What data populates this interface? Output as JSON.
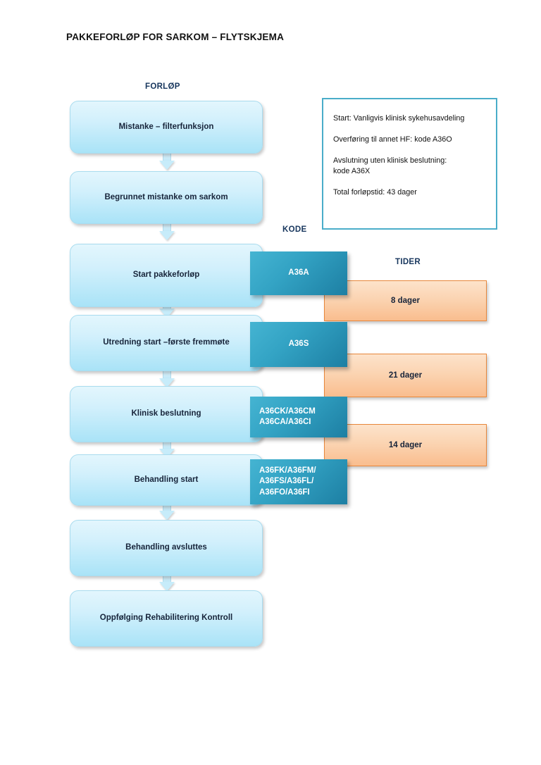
{
  "document": {
    "title": "PAKKEFORLØP FOR SARKOM – FLYTSKJEMA"
  },
  "columns": {
    "forlop_header": "FORLØP",
    "kode_header": "KODE",
    "tider_header": "TIDER"
  },
  "colors": {
    "flow_box_fill": "#c7ecfa",
    "flow_box_border": "#a9dcef",
    "code_box_fill": "#2f9fc2",
    "time_box_fill": "#fbd4b2",
    "time_box_border": "#e8873b",
    "info_box_border": "#4aadc9",
    "header_text": "#17365d"
  },
  "flow_steps": [
    {
      "label": "Mistanke – filterfunksjon"
    },
    {
      "label": "Begrunnet mistanke om sarkom"
    },
    {
      "label": "Start pakkeforløp"
    },
    {
      "label": "Utredning start –første fremmøte"
    },
    {
      "label": "Klinisk beslutning"
    },
    {
      "label": "Behandling start"
    },
    {
      "label": "Behandling avsluttes"
    },
    {
      "label": "Oppfølging\nRehabilitering\nKontroll"
    }
  ],
  "codes": [
    {
      "label": "A36A"
    },
    {
      "label": "A36S"
    },
    {
      "label": "A36CK/A36CM\nA36CA/A36CI"
    },
    {
      "label": "A36FK/A36FM/\nA36FS/A36FL/\nA36FO/A36FI"
    }
  ],
  "times": [
    {
      "label": "8 dager"
    },
    {
      "label": "21 dager"
    },
    {
      "label": "14 dager"
    }
  ],
  "info_box": {
    "lines": [
      "Start: Vanligvis klinisk sykehusavdeling",
      "Overføring til annet HF: kode A36O",
      "Avslutning uten klinisk beslutning:\nkode A36X",
      "Total forløpstid: 43 dager"
    ]
  }
}
